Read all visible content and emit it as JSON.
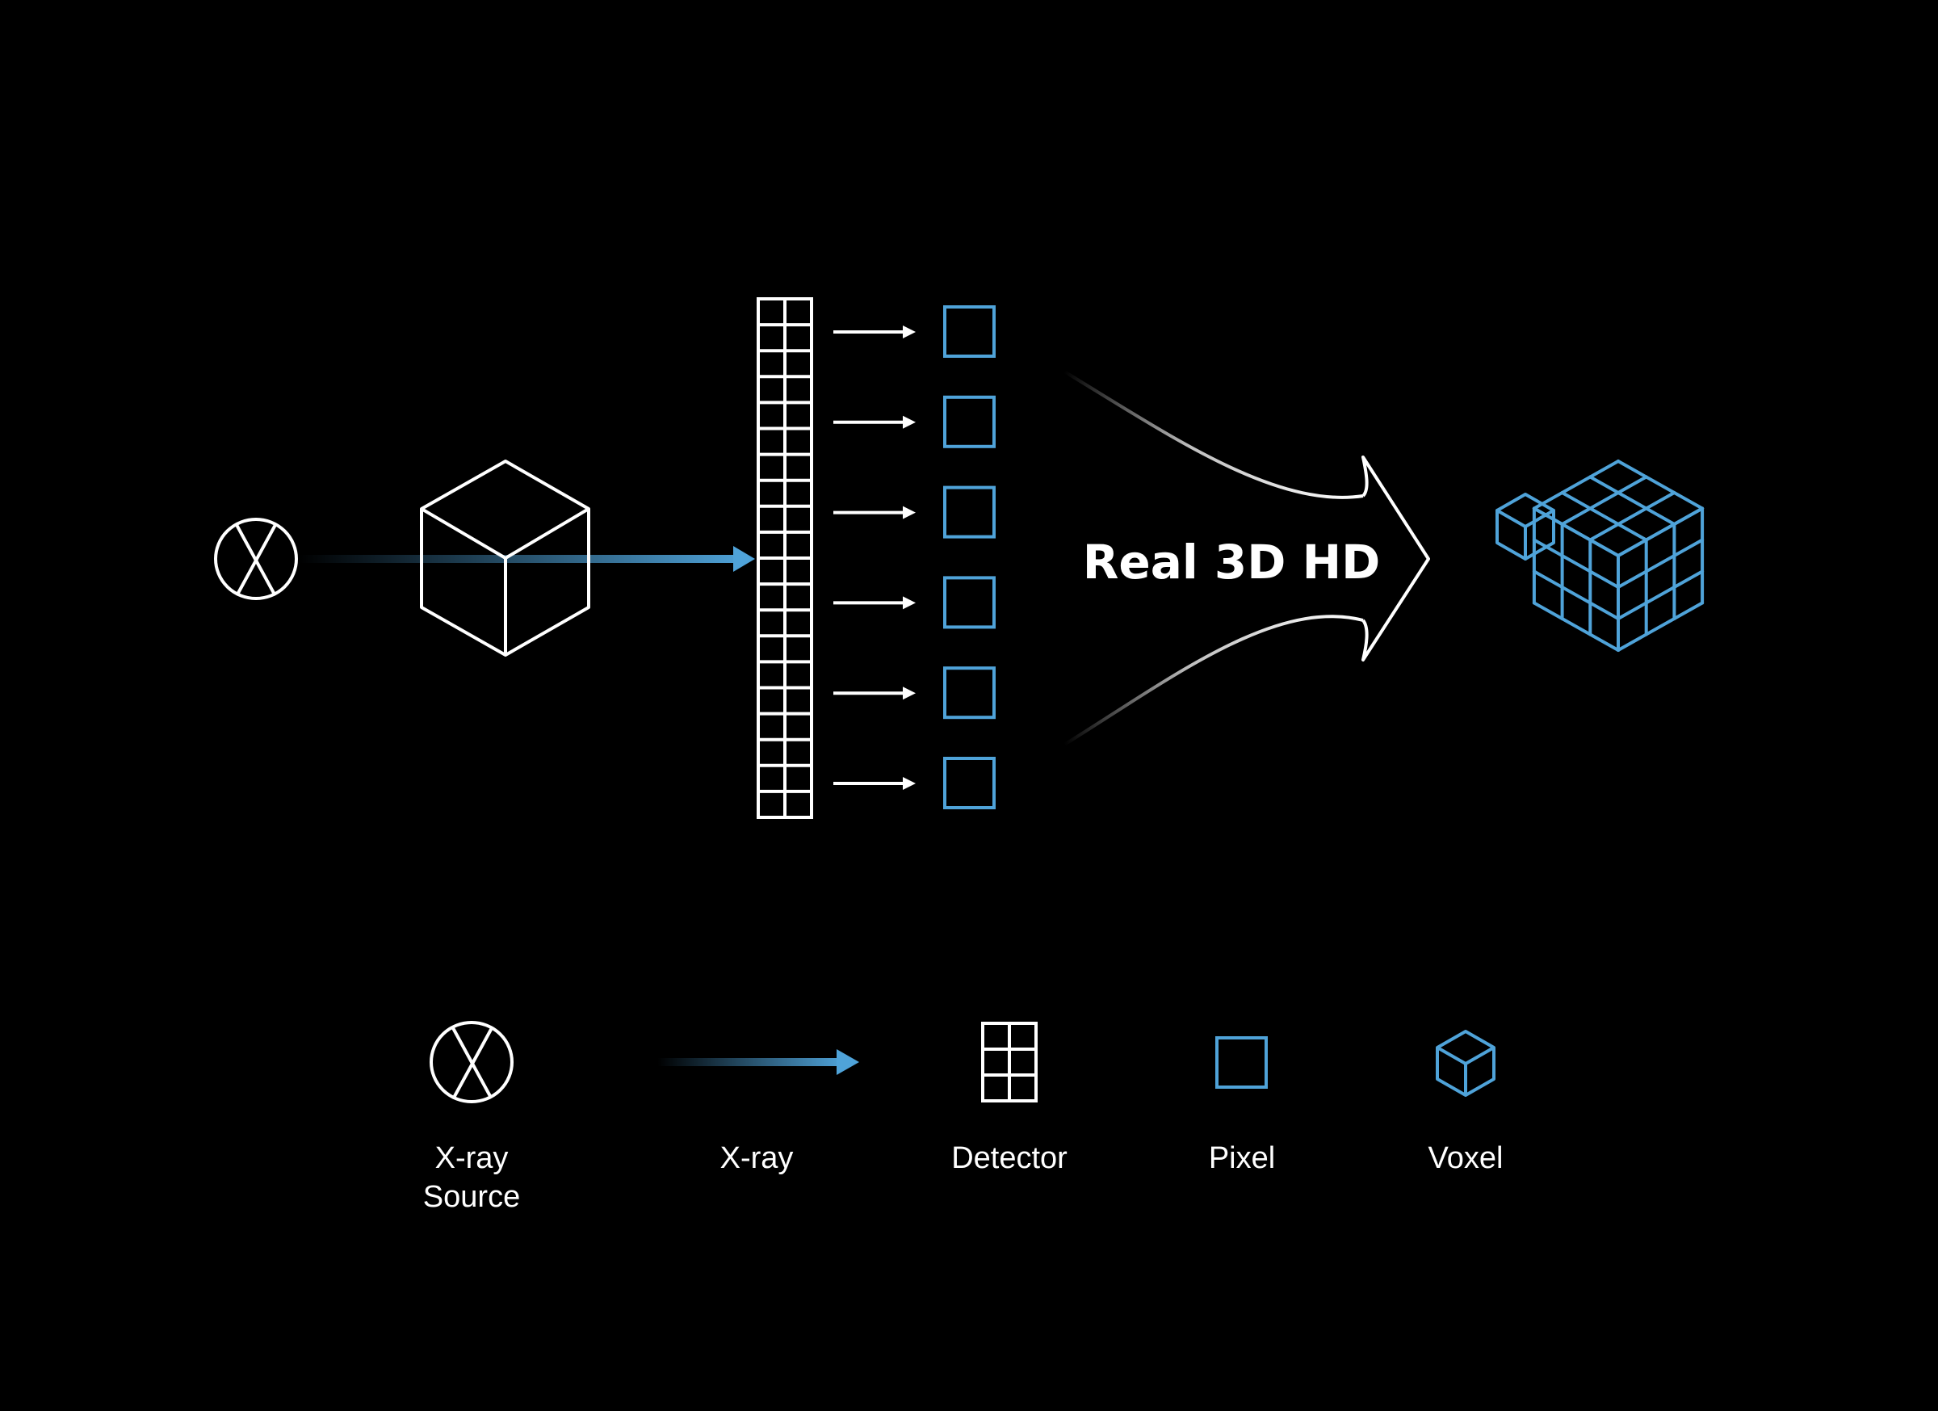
{
  "diagram": {
    "headline": "Real 3D HD",
    "colors": {
      "background": "#000000",
      "line": "#ffffff",
      "accent": "#4fa3d9"
    },
    "pixel_count": 6,
    "detector_rows": 20,
    "legend": {
      "xray_source_line1": "X-ray",
      "xray_source_line2": "Source",
      "xray": "X-ray",
      "detector": "Detector",
      "pixel": "Pixel",
      "voxel": "Voxel"
    },
    "icons": [
      "xray-source-icon",
      "object-cube-icon",
      "detector-icon",
      "pixel-icon",
      "voxel-cube-icon",
      "big-arrow-icon"
    ]
  }
}
